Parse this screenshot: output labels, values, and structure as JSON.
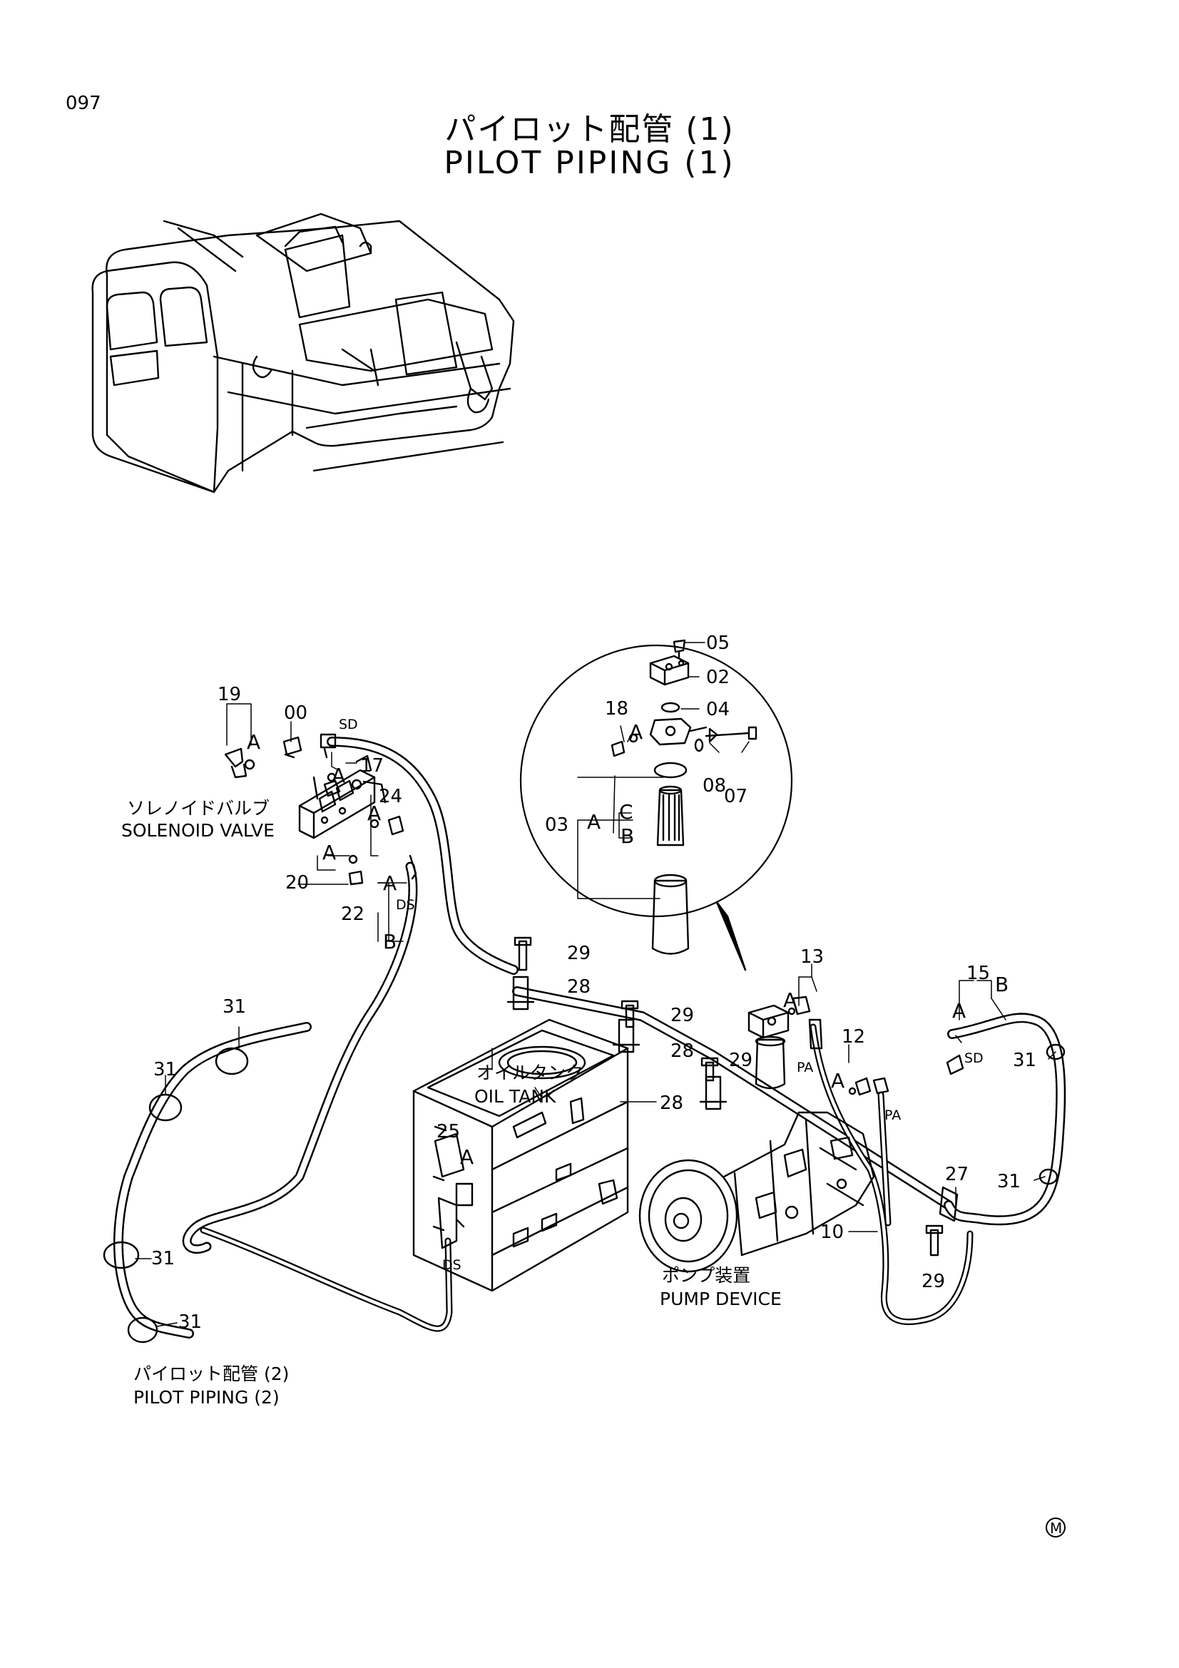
{
  "page_number": "097",
  "title_jp": "パイロット配管 (1)",
  "title_en": "PILOT PIPING (1)",
  "components": {
    "solenoid_valve": {
      "jp": "ソレノイドバルブ",
      "en": "SOLENOID VALVE"
    },
    "oil_tank": {
      "jp": "オイルタンク",
      "en": "OIL TANK"
    },
    "pump_device": {
      "jp": "ポンプ装置",
      "en": "PUMP DEVICE"
    },
    "pilot_piping_2": {
      "jp": "パイロット配管 (2)",
      "en": "PILOT PIPING (2)"
    }
  },
  "part_numbers": {
    "p00": "00",
    "p02": "02",
    "p03": "03",
    "p04": "04",
    "p05": "05",
    "p07": "07",
    "p08": "08",
    "p10": "10",
    "p12": "12",
    "p13": "13",
    "p15": "15",
    "p17": "17",
    "p18": "18",
    "p19": "19",
    "p20": "20",
    "p22": "22",
    "p24": "24",
    "p25": "25",
    "p27": "27",
    "p28": "28",
    "p29": "29",
    "p31": "31"
  },
  "letters": {
    "a": "A",
    "b": "B",
    "c": "C"
  },
  "port_labels": {
    "sd": "SD",
    "ds": "DS",
    "pa": "PA"
  },
  "mark": "M"
}
